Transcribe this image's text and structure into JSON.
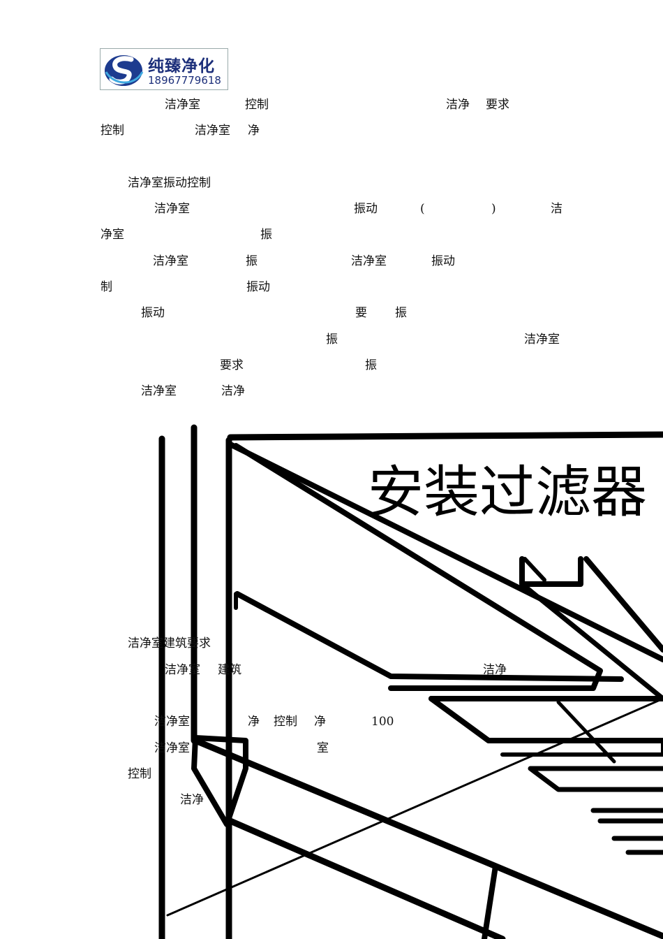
{
  "header": {
    "company_name": "纯臻净化",
    "phone": "18967779618"
  },
  "fragments": [
    "洁净室",
    "控制",
    "洁净",
    "要求",
    "控制",
    "洁净室",
    "净",
    "洁净室振动控制",
    "洁净室",
    "振动",
    "(",
    ")",
    "洁",
    "净室",
    "振",
    "洁净室",
    "振",
    "洁净室",
    "振动",
    "制",
    "振动",
    "振动",
    "要",
    "振",
    "振",
    "洁净室",
    "要求",
    "振",
    "洁净室",
    "洁净",
    "洁净室建筑要求",
    "洁净室",
    "建筑",
    "洁净",
    "洁净室",
    "净",
    "控制",
    "净",
    "100",
    "洁净室",
    "室",
    "控制",
    "洁净"
  ],
  "drawing": {
    "title": "安装过滤器"
  }
}
